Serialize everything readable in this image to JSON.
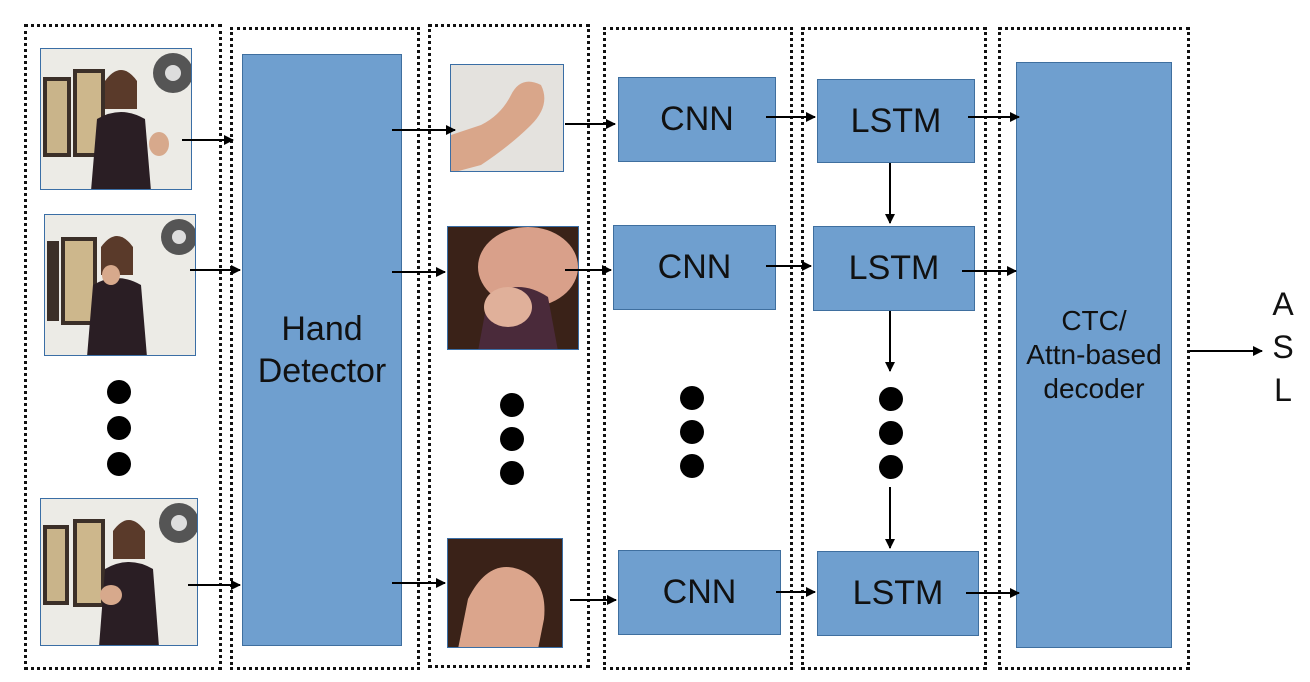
{
  "stages": {
    "hand_detector": {
      "line1": "Hand",
      "line2": "Detector"
    },
    "cnn": [
      "CNN",
      "CNN",
      "CNN"
    ],
    "lstm": [
      "LSTM",
      "LSTM",
      "LSTM"
    ],
    "decoder": {
      "line1": "CTC/",
      "line2": "Attn-based",
      "line3": "decoder"
    }
  },
  "output": {
    "letters": [
      "A",
      "S",
      "L"
    ]
  },
  "colors": {
    "block_fill": "#6f9fcf",
    "block_border": "#3f6f9f"
  },
  "icons": {
    "frame": "person-signing-video-frame",
    "crop": "hand-crop-thumbnail"
  }
}
